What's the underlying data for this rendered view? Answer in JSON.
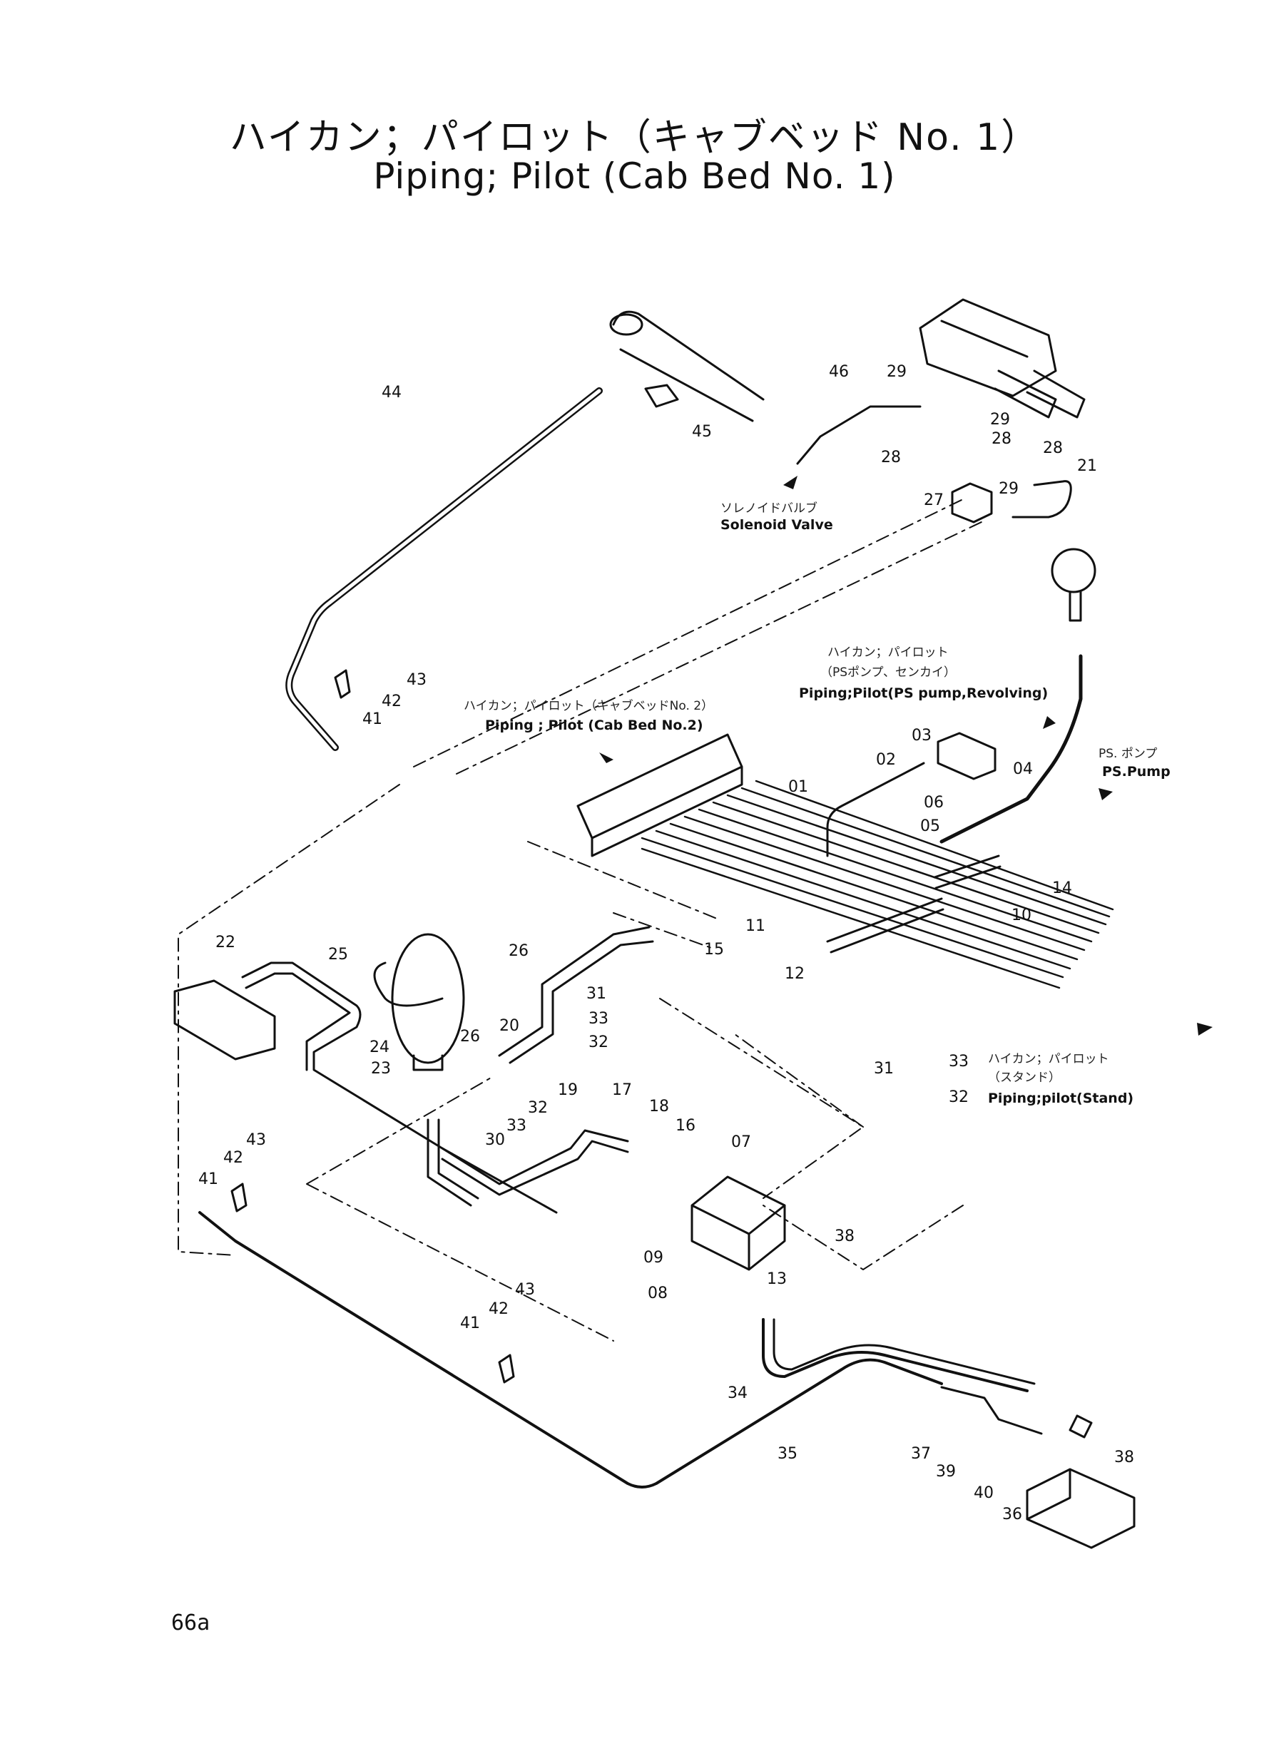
{
  "title": {
    "japanese": "ハイカン；パイロット（キャブベッド No. 1）",
    "english": "Piping; Pilot  (Cab Bed No. 1)"
  },
  "captions": {
    "solenoid_valve": {
      "jp": "ソレノイドバルブ",
      "en": "Solenoid Valve"
    },
    "ps_revolving": {
      "jp1": "ハイカン；パイロット",
      "jp2": "（PSポンプ、センカイ）",
      "en": "Piping;Pilot(PS pump,Revolving)"
    },
    "cab_bed_2": {
      "jp": "ハイカン；パイロット（キャブベッドNo. 2）",
      "en": "Piping ; Pilot (Cab Bed No.2)"
    },
    "ps_pump": {
      "jp": "PS. ポンプ",
      "en": "PS.Pump"
    },
    "stand": {
      "jp1": "ハイカン；パイロット",
      "jp2": "（スタンド）",
      "en": "Piping;pilot(Stand)"
    }
  },
  "part_labels": [
    "01",
    "02",
    "03",
    "04",
    "05",
    "06",
    "07",
    "08",
    "09",
    "10",
    "11",
    "12",
    "13",
    "14",
    "15",
    "16",
    "17",
    "18",
    "19",
    "20",
    "21",
    "22",
    "23",
    "24",
    "25",
    "26",
    "27",
    "28",
    "29",
    "30",
    "31",
    "32",
    "33",
    "34",
    "35",
    "36",
    "37",
    "38",
    "39",
    "40",
    "41",
    "42",
    "43",
    "44",
    "45",
    "46"
  ],
  "page_number": "66a"
}
